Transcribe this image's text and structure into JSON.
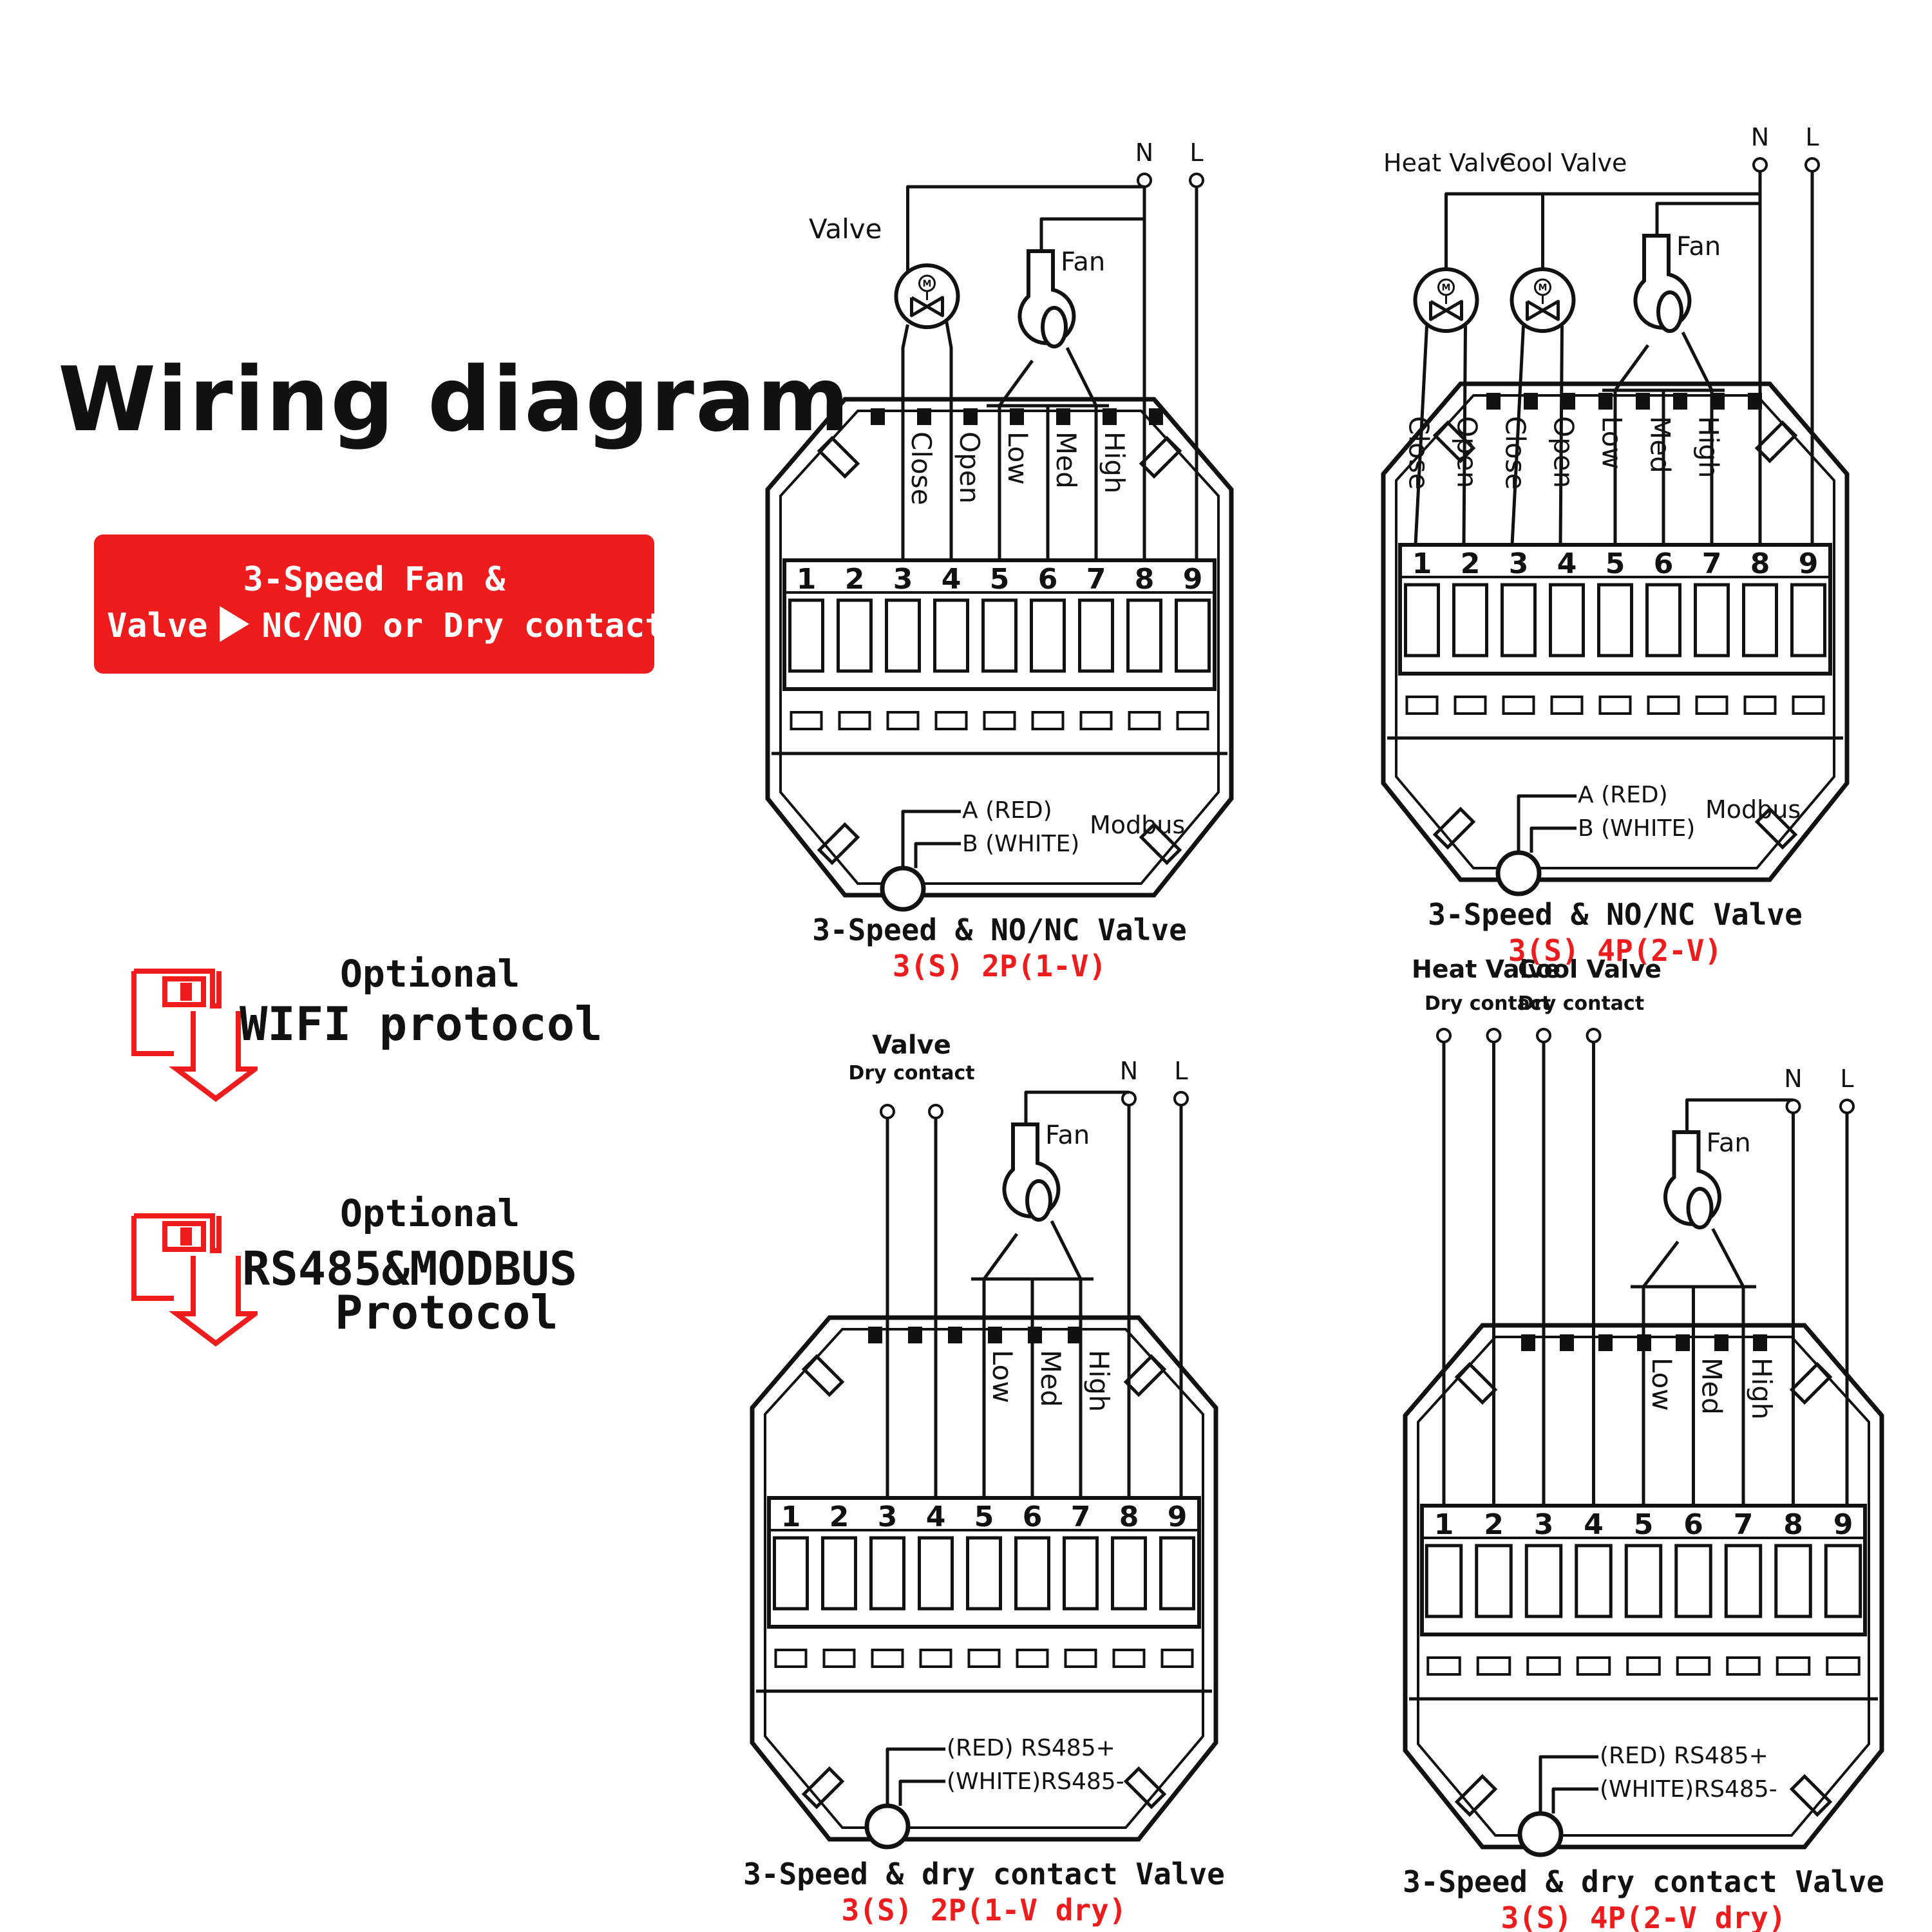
{
  "page_title": "Wiring diagram",
  "badge": {
    "line1": "3-Speed Fan &",
    "line2_left": "Valve",
    "line2_right": "NC/NO or Dry contact"
  },
  "options": [
    {
      "small": "Optional",
      "big": "WIFI protocol",
      "big2": ""
    },
    {
      "small": "Optional",
      "big": "RS485&MODBUS",
      "big2": "Protocol"
    }
  ],
  "terminals": [
    "1",
    "2",
    "3",
    "4",
    "5",
    "6",
    "7",
    "8",
    "9"
  ],
  "common": {
    "n": "N",
    "l": "L",
    "fan": "Fan",
    "motor": "M"
  },
  "diagrams": [
    {
      "caption": "3-Speed & NO/NC Valve",
      "code": "3(S) 2P(1-V)",
      "valve_label": "Valve",
      "wire_labels": [
        "Close",
        "Open",
        "Low",
        "Med",
        "High"
      ],
      "bus_a": "A (RED)",
      "bus_b": "B (WHITE)",
      "bus_name": "Modbus"
    },
    {
      "caption": "3-Speed & NO/NC Valve",
      "code": "3(S) 4P(2-V)",
      "heat_valve": "Heat Valve",
      "cool_valve": "Cool Valve",
      "wire_labels": [
        "Close",
        "Open",
        "Close",
        "Open",
        "Low",
        "Med",
        "High"
      ],
      "bus_a": "A (RED)",
      "bus_b": "B (WHITE)",
      "bus_name": "Modbus"
    },
    {
      "caption": "3-Speed & dry contact Valve",
      "code": "3(S) 2P(1-V dry)",
      "valve_label": "Valve",
      "dry": "Dry contact",
      "wire_labels": [
        "Low",
        "Med",
        "High"
      ],
      "bus_a": "(RED) RS485+",
      "bus_b": "(WHITE)RS485-"
    },
    {
      "caption": "3-Speed & dry contact Valve",
      "code": "3(S) 4P(2-V dry)",
      "heat_valve": "Heat Valve",
      "cool_valve": "Cool Valve",
      "dry": "Dry contact",
      "wire_labels": [
        "Low",
        "Med",
        "High"
      ],
      "bus_a": "(RED) RS485+",
      "bus_b": "(WHITE)RS485-"
    }
  ],
  "colors": {
    "accent": "#ee1c1c",
    "line": "#111111"
  }
}
